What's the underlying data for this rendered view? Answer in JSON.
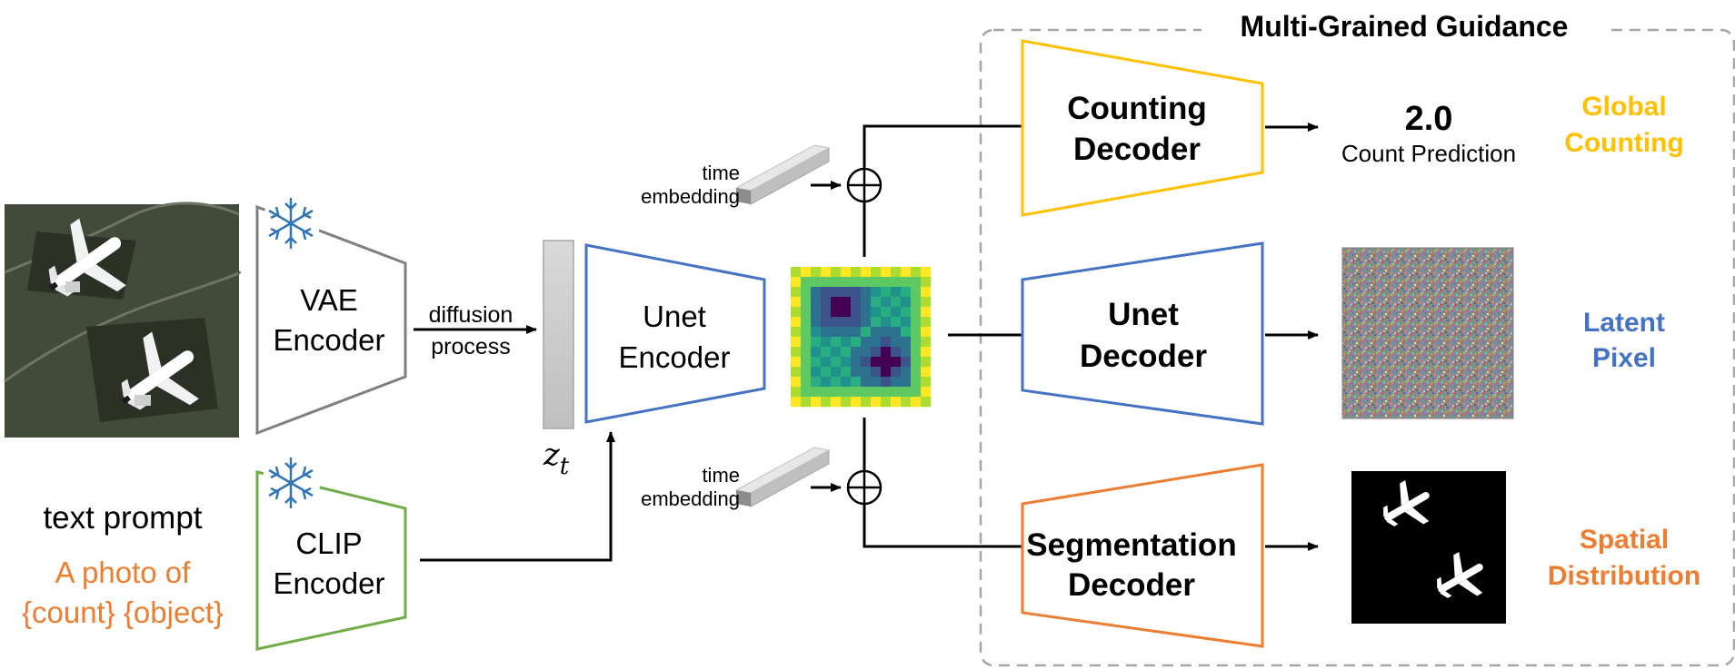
{
  "guidance_box": {
    "title": "Multi-Grained Guidance"
  },
  "input": {
    "image_alt": "aerial image with two airplanes",
    "text_prompt_label": "text prompt",
    "prompt_line1": "A photo of",
    "prompt_line2": "{count} {object}"
  },
  "vae_encoder": {
    "line1": "VAE",
    "line2": "Encoder",
    "color": "#7f7f7f",
    "frozen_icon": "snowflake-icon"
  },
  "clip_encoder": {
    "line1": "CLIP",
    "line2": "Encoder",
    "color": "#70ad47",
    "frozen_icon": "snowflake-icon"
  },
  "diffusion": {
    "line1": "diffusion",
    "line2": "process"
  },
  "latent": {
    "symbol": "z",
    "subscript": "t"
  },
  "unet_encoder": {
    "line1": "Unet",
    "line2": "Encoder",
    "color": "#4472c4"
  },
  "time_embedding_top": {
    "line1": "time",
    "line2": "embedding"
  },
  "time_embedding_bottom": {
    "line1": "time",
    "line2": "embedding"
  },
  "add_symbol": "⊕",
  "counting_decoder": {
    "line1": "Counting",
    "line2": "Decoder",
    "color": "#ffc000"
  },
  "unet_decoder": {
    "line1": "Unet",
    "line2": "Decoder",
    "color": "#4472c4"
  },
  "segmentation_decoder": {
    "line1": "Segmentation",
    "line2": "Decoder",
    "color": "#ed7d31"
  },
  "count_output": {
    "value": "2.0",
    "label": "Count Prediction"
  },
  "level_labels": {
    "global": {
      "line1": "Global",
      "line2": "Counting",
      "color": "#ffc000"
    },
    "latent": {
      "line1": "Latent",
      "line2": "Pixel",
      "color": "#4472c4"
    },
    "spatial": {
      "line1": "Spatial",
      "line2": "Distribution",
      "color": "#ed7d31"
    }
  },
  "colors": {
    "prompt_text": "#ed7d31",
    "arrow": "#000000",
    "dashed_box": "#a6a6a6"
  }
}
